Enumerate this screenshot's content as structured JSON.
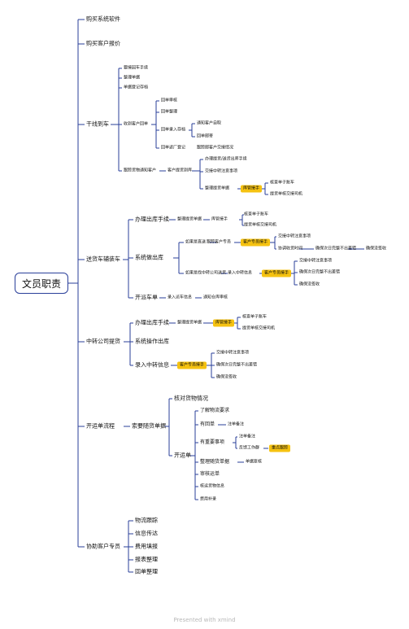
{
  "title": "文员职责",
  "footer": "Presented with xmind",
  "l1": {
    "a": "购买系统软件",
    "b": "购买客户报价",
    "c": "干线到车",
    "d": "送货车辅装车",
    "e": "中转公司提货",
    "f": "开运单流程",
    "g": "协助客户专员"
  },
  "c": {
    "c1": "要接园车手续",
    "c2": "整理单据",
    "c3": "单据登记存档",
    "c4": "收到客户回单",
    "c4a": "回单审核",
    "c4b": "回单整理",
    "c4c": "回单录入存档",
    "c4c1": "通知客户自取",
    "c4c2": "回单邮寄",
    "c4d": "回单返厂登记",
    "c4d1": "跟踪邮客户交接情况",
    "c5": "跟踪货物通知客户",
    "c5a": "客户提货到库",
    "c5a1": "办理提货/送货出库手续",
    "c5a2": "交接中转注意事项",
    "c5a3": "整理提货单据",
    "c5a3h": "库管接手",
    "c5a3h1": "核查单子账车",
    "c5a3h2": "提货单核交接司机"
  },
  "d": {
    "d1": "办理出库手续",
    "d1a": "整理提货单据",
    "d1b": "库管接手",
    "d1b1": "核查单子账车",
    "d1b2": "提货单核交接司机",
    "d2": "系统做出库",
    "d2a": "如果是直送",
    "d2a1": "跟踪客户专员",
    "d2a1h": "客户专员接手",
    "d2a1h1": "交接中转注意事项",
    "d2a1h2": "协调收货时间",
    "d2a1h3": "确保次日完整不出差错",
    "d2a1h4": "确保没签收",
    "d2b": "如果是找中转公司送货",
    "d2b1": "录入中转信息",
    "d2b1h": "客户专员接手",
    "d2b1h1": "交接中转注意事项",
    "d2b1h2": "确保次日完整不出差错",
    "d2b1h3": "确保没签收",
    "d3": "开派车单",
    "d3a": "录入派车信息",
    "d3b": "通知仓库审核"
  },
  "e": {
    "e1": "办理出库手续",
    "e1a": "整理提货单据",
    "e1b": "库管接手",
    "e1b1": "核查单子账车",
    "e1b2": "提货单核交接司机",
    "e2": "系统操作出库",
    "e3": "录入中转信息",
    "e3h": "客户专员接手",
    "e3h1": "交接中转注意事项",
    "e3h2": "确保次日完整不出差错",
    "e3h3": "确保没签收"
  },
  "f": {
    "f1": "索要随货单据",
    "f1a": "核对货物情况",
    "f1b": "开运单",
    "f1b1": "了解物流要求",
    "f1b2": "有回单",
    "f1b2a": "注单备注",
    "f1b3": "有重要事项",
    "f1b3a": "注单备注",
    "f1b3b": "反馈工作群",
    "f1b3bh": "重点跟踪",
    "f1b4": "整理随货单据",
    "f1b4a": "单据复核",
    "f1b5": "审核运单",
    "f1b6": "核运货物信息",
    "f1b7": "费用补录"
  },
  "g": {
    "g1": "物流跟踪",
    "g2": "信息传达",
    "g3": "费用填报",
    "g4": "报表整理",
    "g5": "回单整理"
  }
}
